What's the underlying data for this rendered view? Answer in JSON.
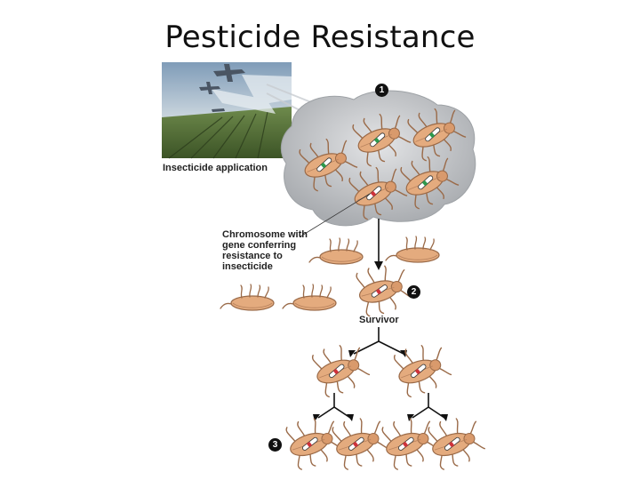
{
  "slide": {
    "title": "Pesticide Resistance"
  },
  "figure": {
    "photo_caption": "Insecticide application",
    "chromosome_label": "Chromosome with gene conferring resistance to insecticide",
    "survivor_label": "Survivor",
    "steps": [
      "1",
      "2",
      "3"
    ]
  },
  "colors": {
    "beetle_body": "#e4ab7e",
    "beetle_outline": "#9a6a48",
    "resistance_gene": "#d0323a",
    "susceptible_gene": "#2d9a4c",
    "cloud": "#c3c5c8"
  }
}
